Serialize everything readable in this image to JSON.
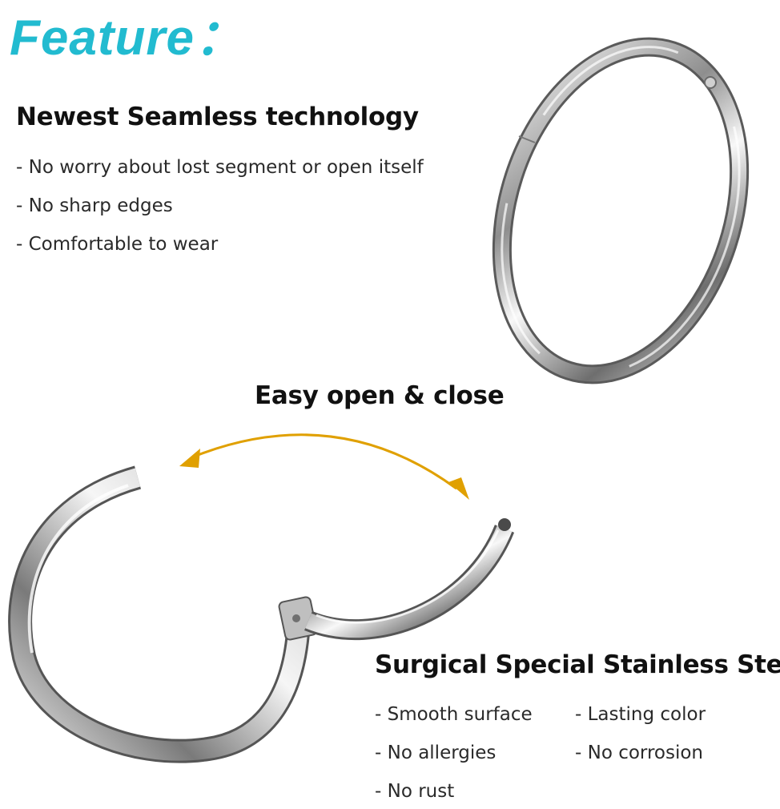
{
  "title": "Feature：",
  "accent_color": "#22bbd0",
  "arrow_color": "#e0a000",
  "section_seamless": {
    "heading": "Newest Seamless technology",
    "bullets": [
      "- No worry about lost segment or open itself",
      "- No sharp edges",
      "- Comfortable to wear"
    ]
  },
  "section_open_close": {
    "heading": "Easy open & close"
  },
  "section_steel": {
    "heading": "Surgical Special Stainless Steel",
    "bullets_left": [
      "- Smooth surface",
      "- No allergies",
      "- No rust"
    ],
    "bullets_right": [
      "- Lasting color",
      "- No corrosion"
    ]
  },
  "icons": [
    "closed-hoop-ring-image",
    "open-hoop-ring-image",
    "double-arrow-icon"
  ]
}
